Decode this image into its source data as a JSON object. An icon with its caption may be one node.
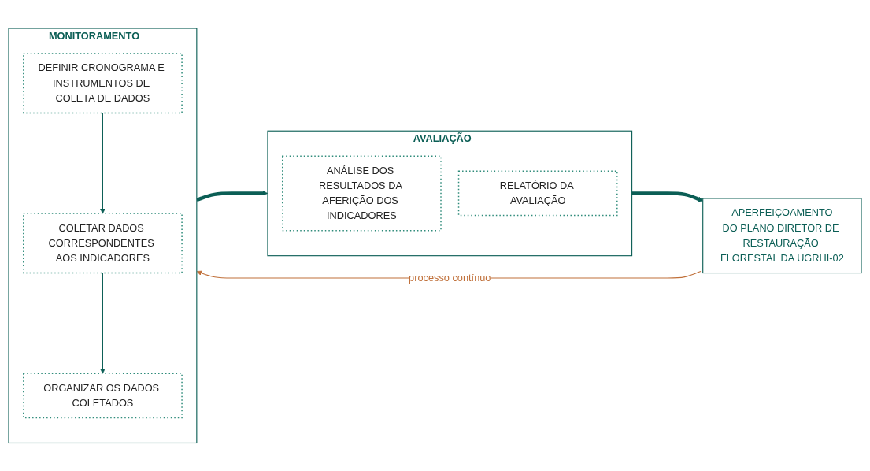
{
  "diagram": {
    "nodes": [
      {
        "text": [
          "MONITORAMENTO"
        ]
      },
      {
        "text": [
          "DEFINIR CRONOGRAMA E INSTRUMENTOS DE COLETA DE DADOS"
        ],
        "in": 0
      },
      {
        "text": [
          "COLETAR DADOS CORRESPONDENTES AOS INDICADORES"
        ],
        "in": 0
      },
      {
        "text": [
          "ORGANIZAR OS DADOS COLETADOS"
        ],
        "in": 0
      },
      {
        "text": [
          "AVALIAÇÃO"
        ]
      },
      {
        "text": [
          "ANÁLISE DOS RESULTADOS DA AFERIÇÃO DOS INDICADORES"
        ],
        "in": 4
      },
      {
        "text": [
          "RELATÓRIO DA AVALIAÇÃO"
        ],
        "in": 4
      },
      {
        "text": [
          "APERFEIÇOAMENTO",
          "DO PLANO DIRETOR DE RESTAURAÇÃO FLORESTAL DA UGRHI-02"
        ]
      }
    ],
    "edges": [
      {
        "from": 1,
        "to": 2,
        "arrow": "to"
      },
      {
        "from": 2,
        "to": 3,
        "arrow": "to"
      },
      {
        "from": 0,
        "to": 4,
        "arrow": "to",
        "style": "thick"
      },
      {
        "from": 4,
        "to": 7,
        "arrow": "to",
        "style": "thick"
      },
      {
        "from": 7,
        "to": 0,
        "arrow": "to",
        "label": "processo contínuo",
        "color": "#c0703a"
      }
    ]
  }
}
